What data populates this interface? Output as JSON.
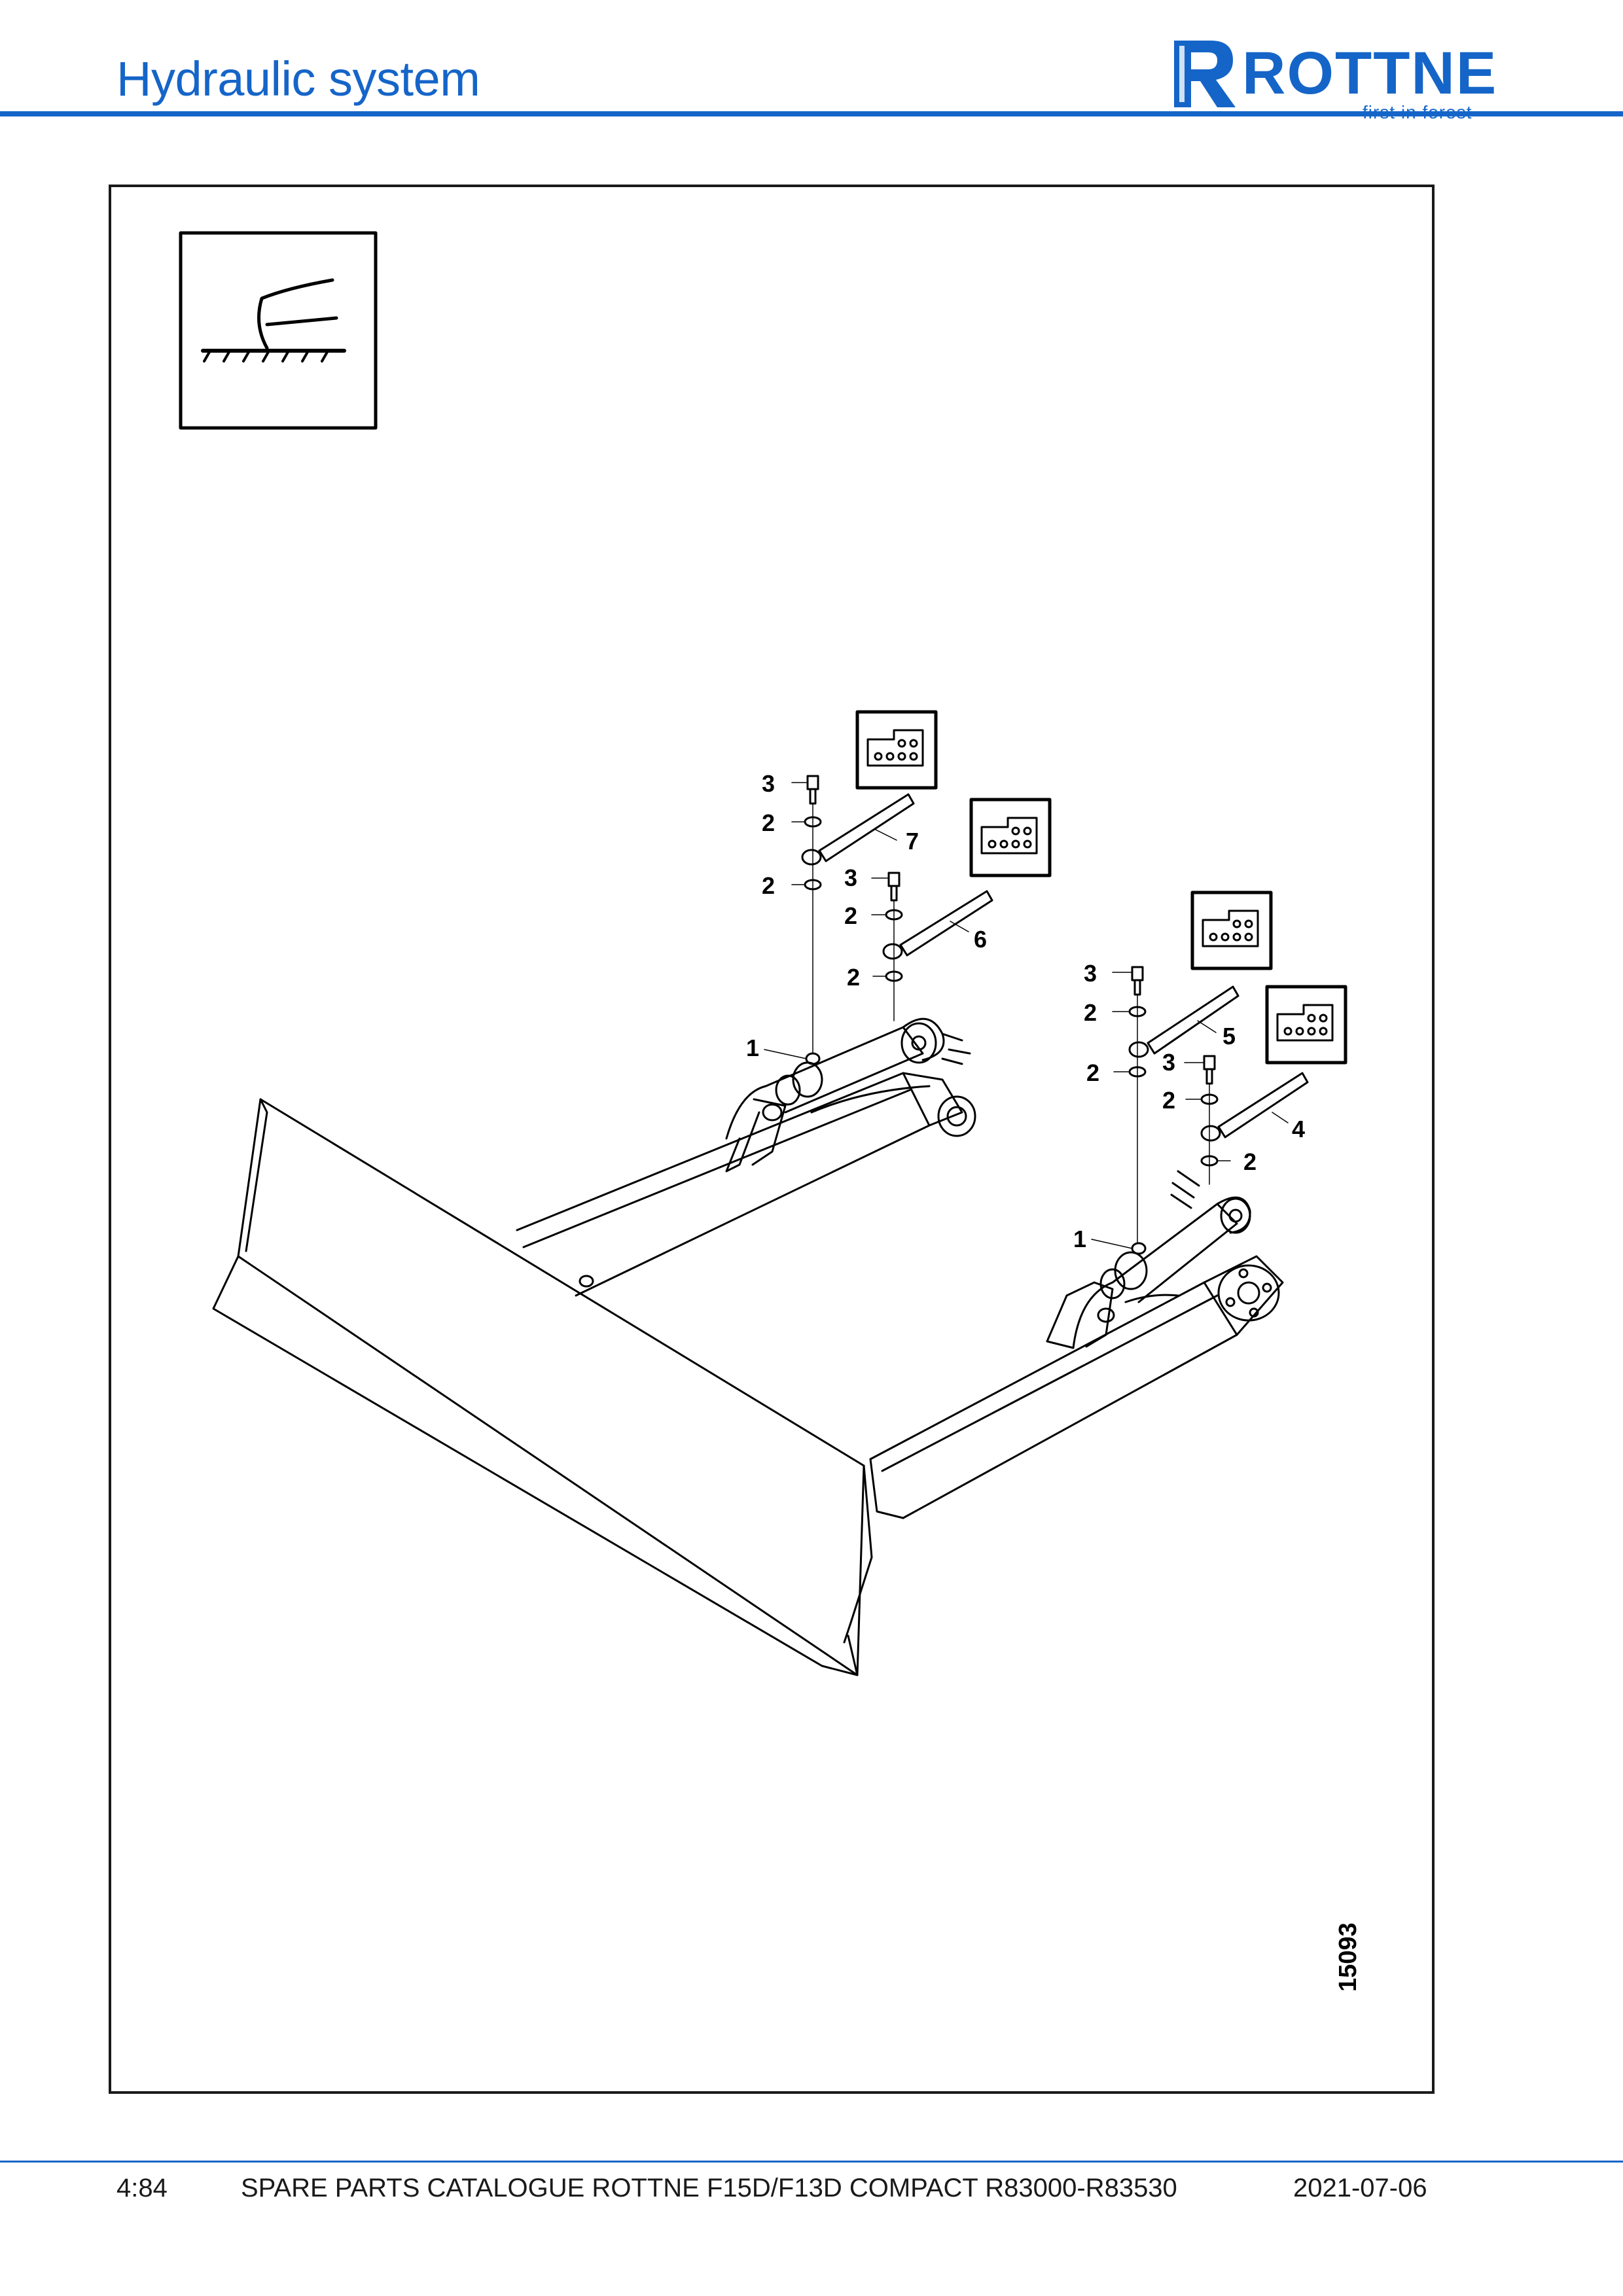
{
  "header": {
    "section_title": "Hydraulic system",
    "logo_text": "ROTTNE",
    "logo_tagline": "first in forest",
    "brand_color": "#1565c8"
  },
  "diagram": {
    "figure_number": "15093",
    "icons": [
      "blade-symbol-icon",
      "connector-block-icon"
    ],
    "callouts": {
      "c1a": "1",
      "c1b": "1",
      "c2a": "2",
      "c2b": "2",
      "c2c": "2",
      "c2d": "2",
      "c2e": "2",
      "c2f": "2",
      "c2g": "2",
      "c2h": "2",
      "c3a": "3",
      "c3b": "3",
      "c3c": "3",
      "c3d": "3",
      "c4": "4",
      "c5": "5",
      "c6": "6",
      "c7": "7"
    }
  },
  "footer": {
    "page": "4:84",
    "catalogue": "SPARE PARTS CATALOGUE ROTTNE F15D/F13D COMPACT R83000-R83530",
    "date": "2021-07-06"
  }
}
